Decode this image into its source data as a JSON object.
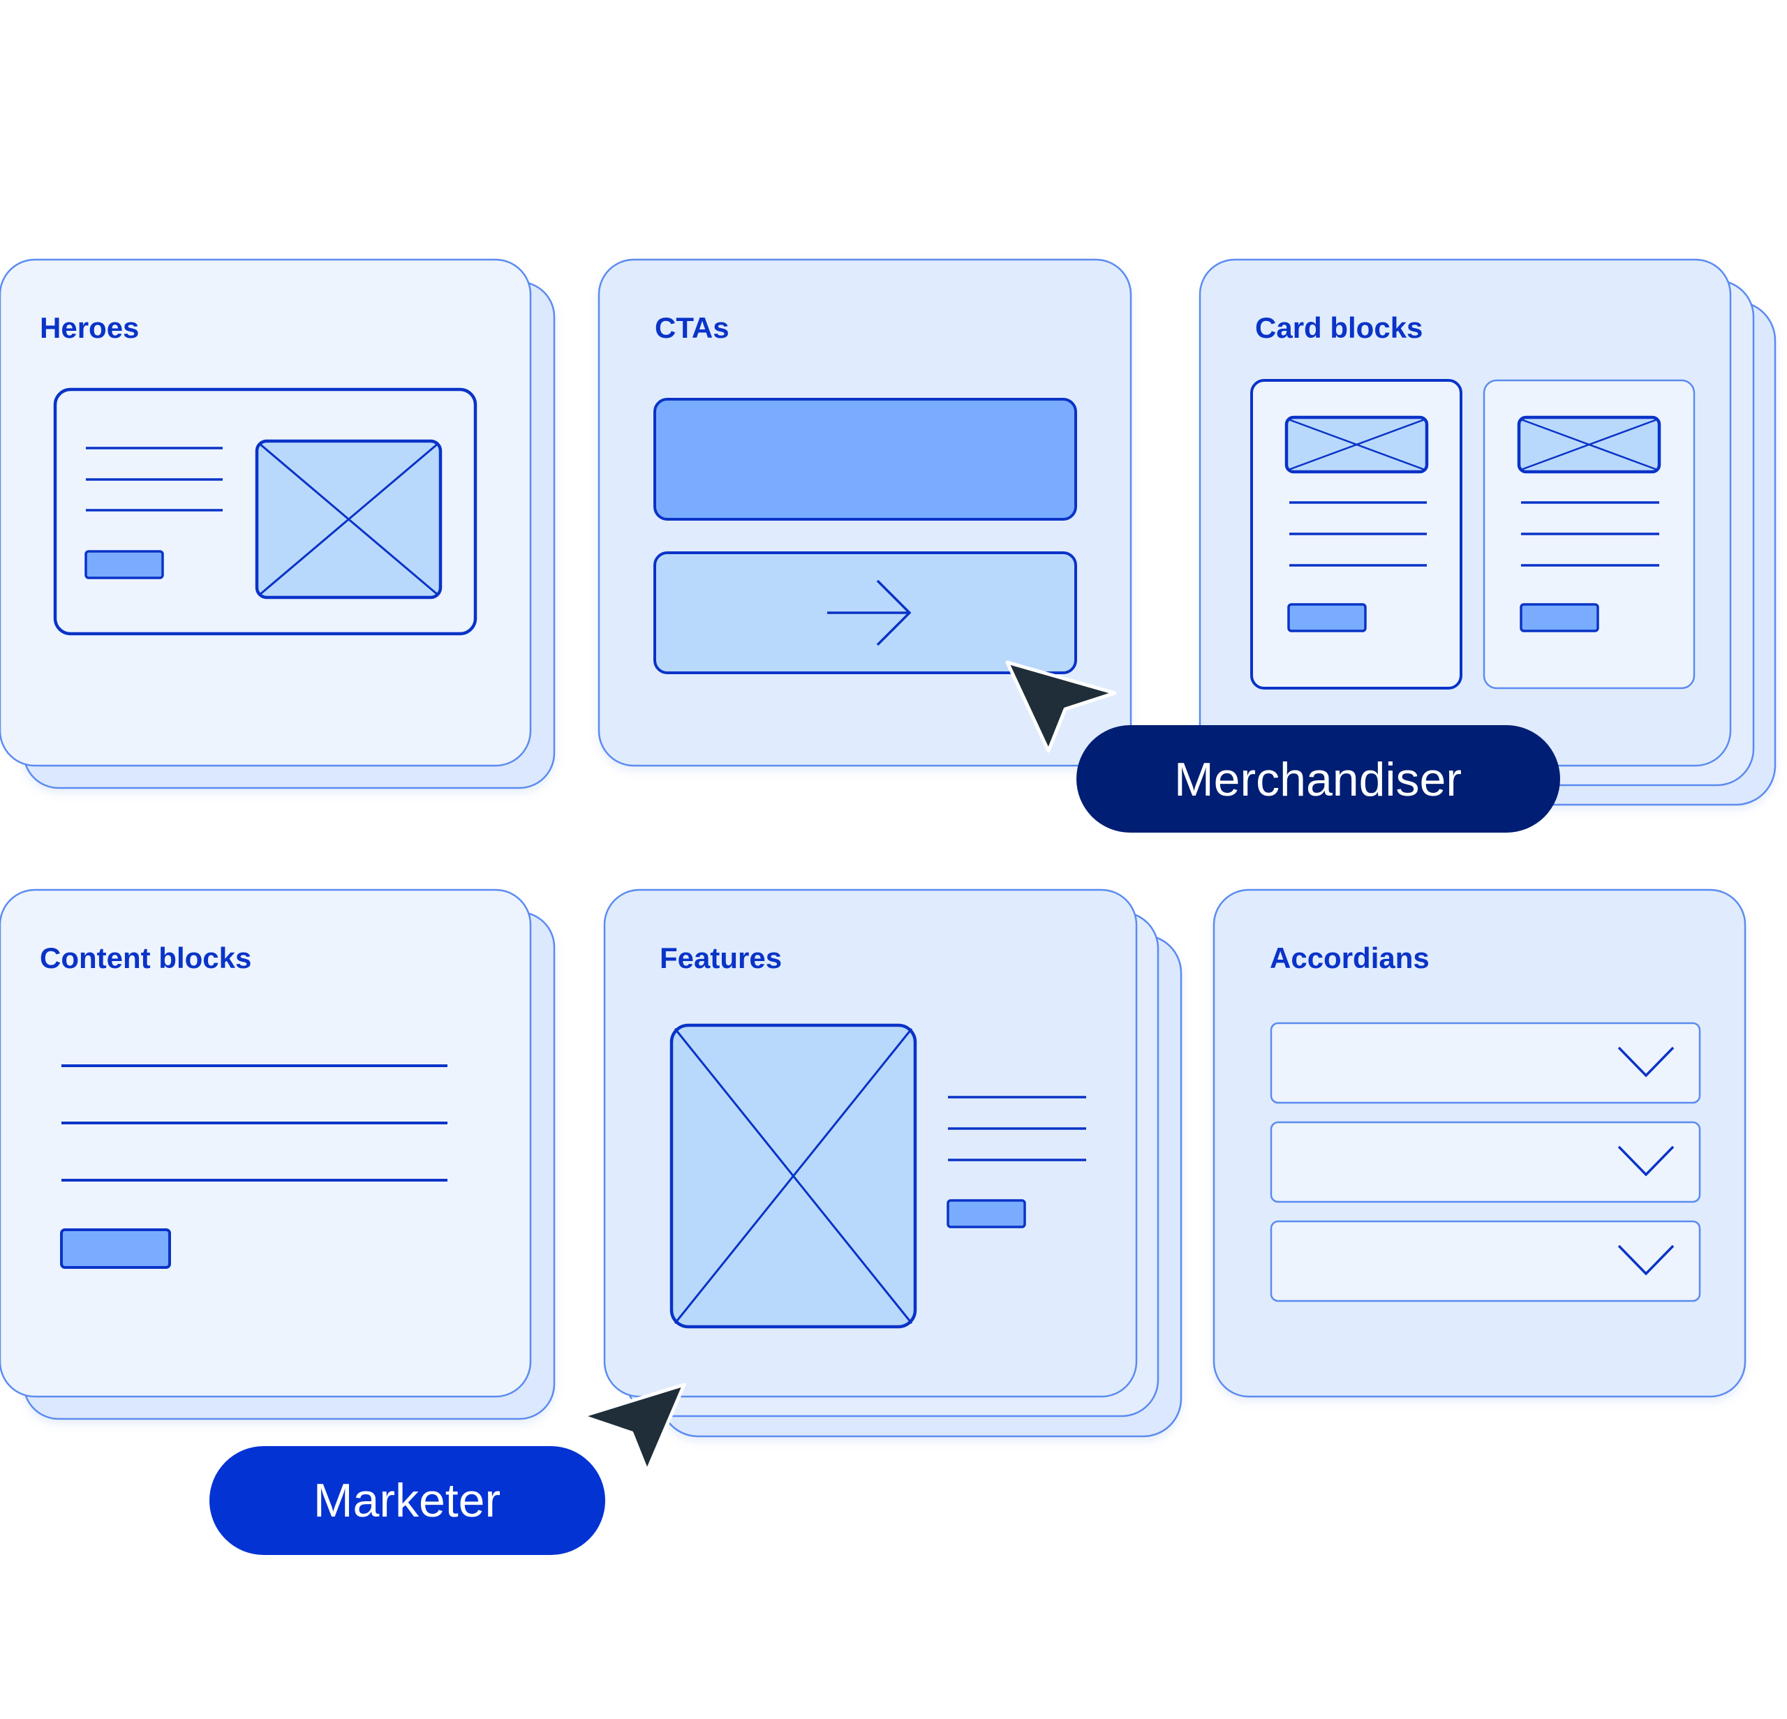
{
  "cards": {
    "heroes": {
      "title": "Heroes"
    },
    "ctas": {
      "title": "CTAs"
    },
    "card_blocks": {
      "title": "Card blocks"
    },
    "content_blocks": {
      "title": "Content blocks"
    },
    "features": {
      "title": "Features"
    },
    "accordians": {
      "title": "Accordians"
    }
  },
  "personas": {
    "merchandiser": {
      "label": "Merchandiser"
    },
    "marketer": {
      "label": "Marketer"
    }
  },
  "colors": {
    "card_fill_light": "#EDF4FE",
    "card_fill_mid": "#E0ECFD",
    "card_stroke": "#5B8BF0",
    "wire_blue": "#0A33C7",
    "fill_mid": "#79ACFF",
    "fill_light": "#B9D9FC",
    "merchandiser_pill": "#001E73",
    "marketer_pill": "#0333D3",
    "cursor": "#1F2E38"
  }
}
